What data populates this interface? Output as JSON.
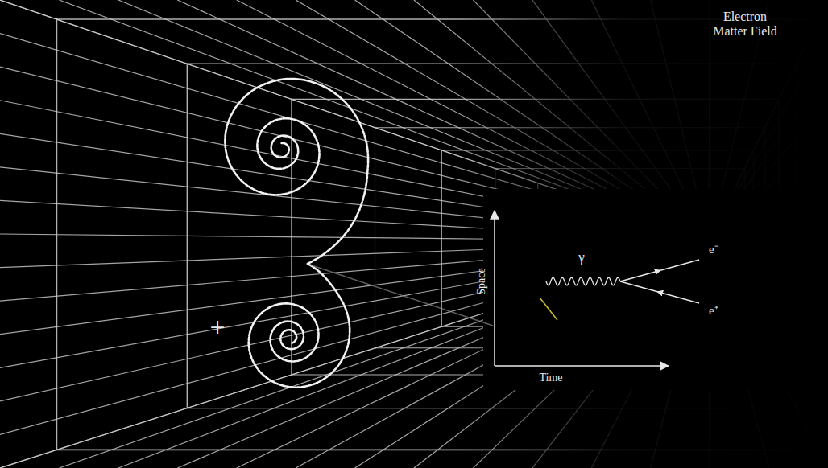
{
  "diagram": {
    "labels": [
      "Electron Matter Field",
      "+",
      "γ",
      "e⁻",
      "e⁺",
      "Space",
      "Time"
    ]
  }
}
